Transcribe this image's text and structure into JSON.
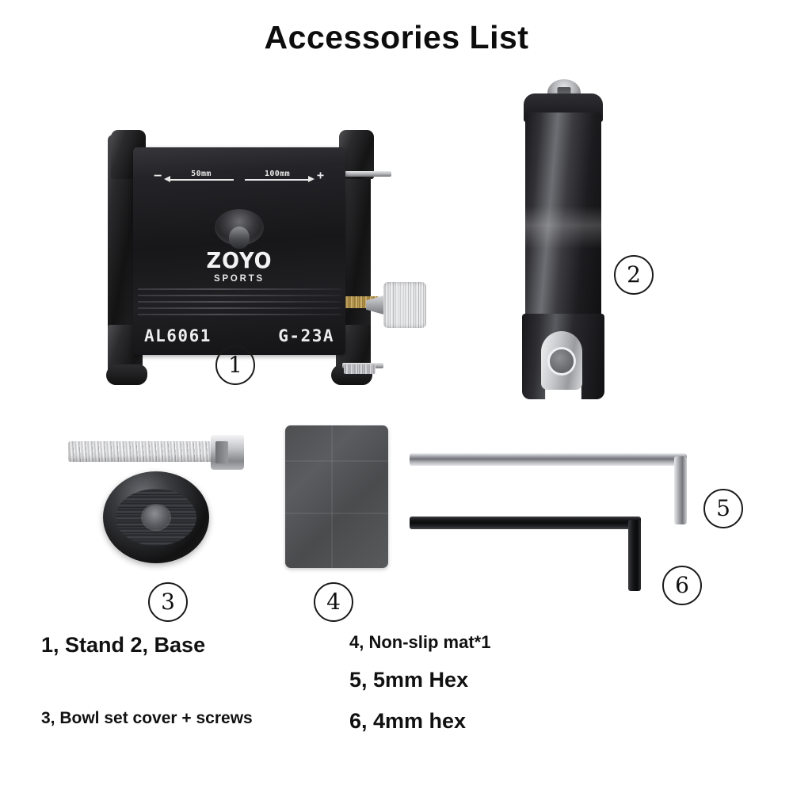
{
  "title": "Accessories List",
  "product": {
    "brand_main": "ZOYO",
    "brand_sub": "SPORTS",
    "material_code": "AL6061",
    "model_code": "G-23A",
    "scale": {
      "minus": "–",
      "plus": "+",
      "left_label": "50mm",
      "right_label": "100mm"
    }
  },
  "callouts": {
    "one": "1",
    "two": "2",
    "three": "3",
    "four": "4",
    "five": "5",
    "six": "6"
  },
  "captions": {
    "left_1_2": "1, Stand 2, Base",
    "left_3": "3, Bowl set cover + screws",
    "right_4": "4, Non-slip mat*1",
    "right_5": "5, 5mm Hex",
    "right_6": "6, 4mm hex"
  },
  "colors": {
    "background": "#ffffff",
    "text": "#111111",
    "anodized_black": "#1a1a1c",
    "steel_silver": "#c6c7ca",
    "mat_gray": "#54555a"
  }
}
